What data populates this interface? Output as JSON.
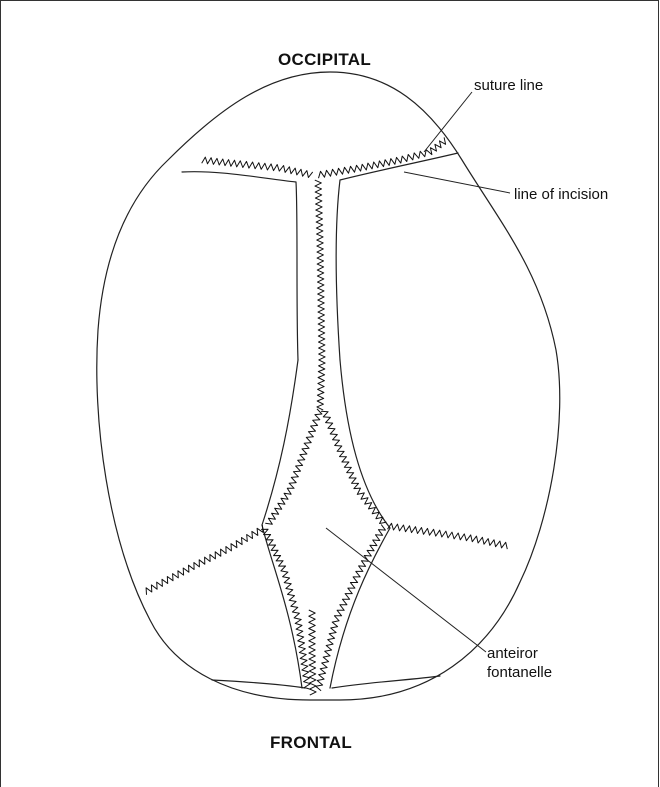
{
  "labels": {
    "occipital": "OCCIPITAL",
    "frontal": "FRONTAL",
    "suture_line": "suture line",
    "line_of_incision": "line of incision",
    "fontanelle_line1": "anteiror",
    "fontanelle_line2": "fontanelle"
  },
  "colors": {
    "line": "#222222",
    "background": "#ffffff"
  }
}
